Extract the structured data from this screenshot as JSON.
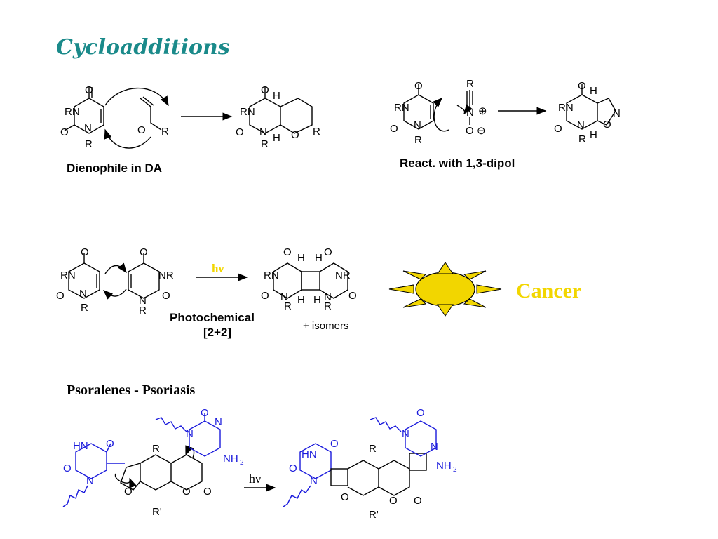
{
  "slide": {
    "title": "Cycloadditions",
    "captions": {
      "dienophile": "Dienophile in DA",
      "dipole": "React. with 1,3-dipol",
      "photochemical_line1": "Photochemical",
      "photochemical_line2": "[2+2]",
      "isomers": "+ isomers",
      "cancer": "Cancer",
      "psoralenes": "Psoralenes - Psoriasis"
    },
    "arrow_labels": {
      "hv_photo": "hν",
      "hv_psoralen": "hν"
    },
    "colors": {
      "title": "#1a8a8a",
      "accent_yellow": "#f2d600",
      "dna_blue": "#1a1adc"
    }
  }
}
